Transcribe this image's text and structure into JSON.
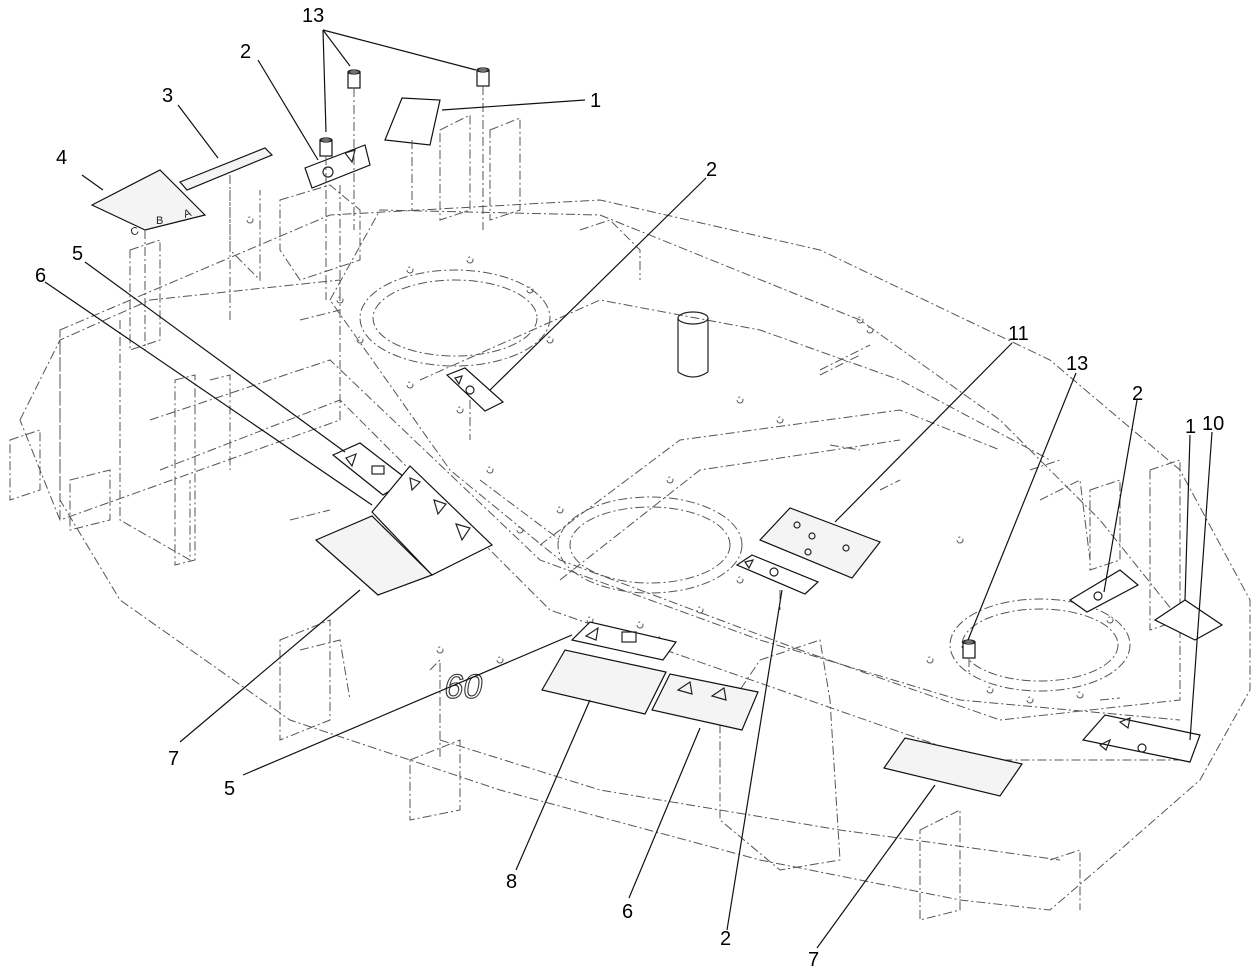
{
  "callouts": [
    {
      "id": "c13-top",
      "text": "13"
    },
    {
      "id": "c2-a",
      "text": "2"
    },
    {
      "id": "c3",
      "text": "3"
    },
    {
      "id": "c4",
      "text": "4"
    },
    {
      "id": "c1-top",
      "text": "1"
    },
    {
      "id": "c2-b",
      "text": "2"
    },
    {
      "id": "c5-a",
      "text": "5"
    },
    {
      "id": "c6-a",
      "text": "6"
    },
    {
      "id": "c11",
      "text": "11"
    },
    {
      "id": "c13-right",
      "text": "13"
    },
    {
      "id": "c2-c",
      "text": "2"
    },
    {
      "id": "c1-right",
      "text": "1"
    },
    {
      "id": "c10",
      "text": "10"
    },
    {
      "id": "c7-a",
      "text": "7"
    },
    {
      "id": "c5-b",
      "text": "5"
    },
    {
      "id": "c8",
      "text": "8"
    },
    {
      "id": "c6-b",
      "text": "6"
    },
    {
      "id": "c2-d",
      "text": "2"
    },
    {
      "id": "c7-b",
      "text": "7"
    }
  ],
  "decal_text": {
    "deck_size": "60",
    "guide_letters": [
      "A",
      "B",
      "C"
    ]
  }
}
